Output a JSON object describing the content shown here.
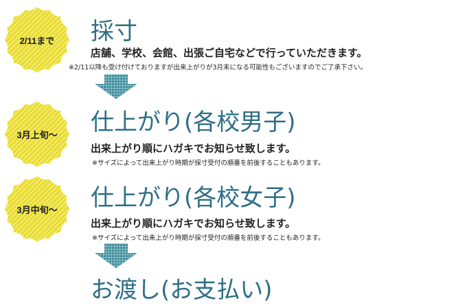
{
  "steps": [
    {
      "badge": "2/11まで",
      "title": "採寸",
      "desc": "店舗、学校、会館、出張ご自宅などで行っていただきます。",
      "note": "※2/11以降も受け付けておりますが出来上がりが3月末になる可能性もございますのでご了承下さい。"
    },
    {
      "badge": "3月上旬～",
      "title": "仕上がり(各校男子)",
      "desc": "出来上がり順にハガキでお知らせ致します。",
      "note": "※サイズによって出来上がり時期が採寸受付の順番を前後することもあります。"
    },
    {
      "badge": "3月中旬～",
      "title": "仕上がり(各校女子)",
      "desc": "出来上がり順にハガキでお知らせ致します。",
      "note": "※サイズによって出来上がり時期が採寸受付の順番を前後することもあります。"
    },
    {
      "title": "お渡し(お支払い)"
    }
  ],
  "colors": {
    "badge_fill": "#e8dc2c",
    "badge_stripe": "#f6ee8a",
    "title": "#2e6e86",
    "arrow": "#3f8a9a"
  },
  "icons": [
    "scalloped-badge-icon",
    "down-arrow-icon"
  ]
}
